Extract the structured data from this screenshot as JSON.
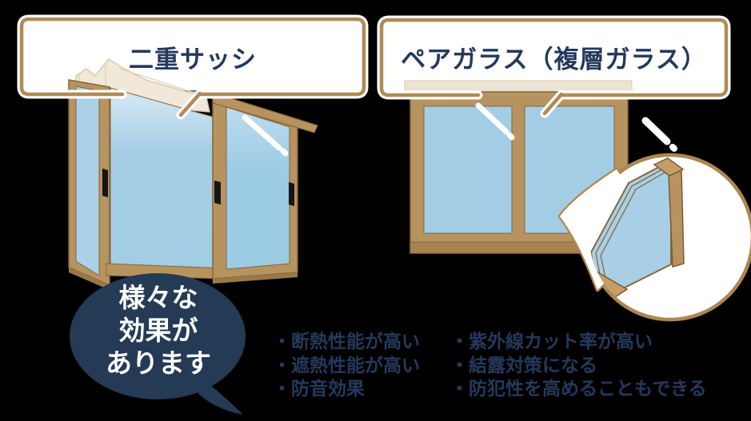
{
  "background_color": "#000000",
  "colors": {
    "navy_text": "#24395c",
    "bubble_navy": "#243a55",
    "tan_border": "#b08a55",
    "frame_tan": "#b7935f",
    "frame_dark": "#83653c",
    "cream_panel": "#f1e8d9",
    "glass_blue": "#a2cde5",
    "glass_light": "#d8eaf5",
    "box_fill": "#ffffff"
  },
  "labels": {
    "left_box": "二重サッシ",
    "right_box": "ペアガラス（複層ガラス）"
  },
  "speech_bubble": {
    "line1": "様々な",
    "line2": "効果が",
    "line3": "あります"
  },
  "benefits_left": {
    "items": [
      "・断熱性能が高い",
      "・遮熱性能が高い",
      "・防音効果"
    ]
  },
  "benefits_right": {
    "items": [
      "・紫外線カット率が高い",
      "・結露対策になる",
      "・防犯性を高めることもできる"
    ]
  }
}
